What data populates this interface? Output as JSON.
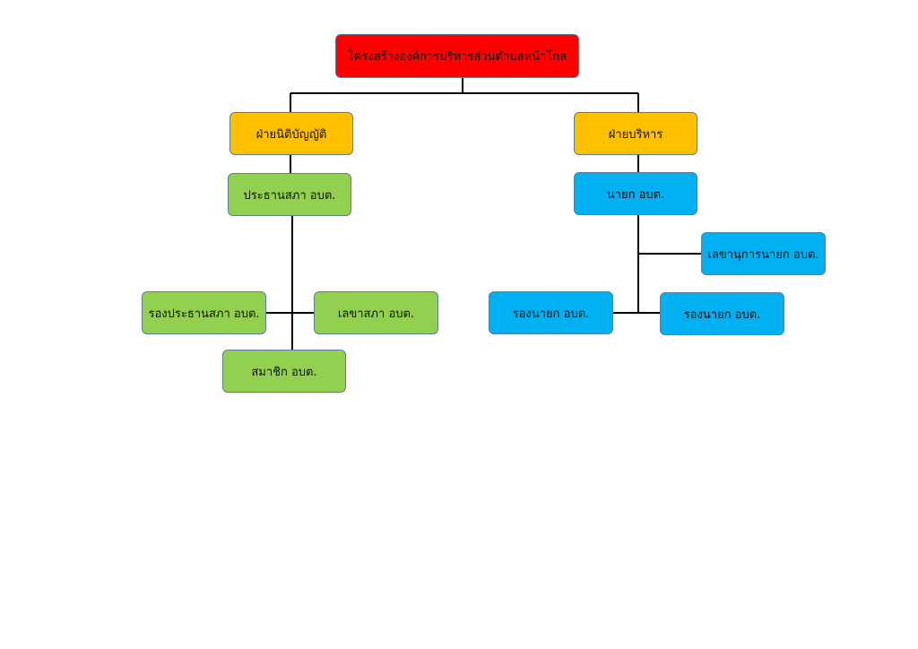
{
  "diagram": {
    "title": "โครงสร้างองค์การบริหารส่วนตำบลหน้าโกล",
    "legislative": {
      "label": "ฝ่ายนิติบัญญัติ",
      "speaker": "ประธานสภา อบต.",
      "deputy_speaker": "รองประธานสภา อบต.",
      "council_secretary": "เลขาสภา อบต.",
      "member": "สมาชิก อบต."
    },
    "executive": {
      "label": "ฝ่ายบริหาร",
      "mayor": "นายก อบต.",
      "mayor_secretary": "เลขานุการนายก อบต.",
      "deputy_mayor_1": "รองนายก อบต.",
      "deputy_mayor_2": "รองนายก อบต."
    },
    "colors": {
      "title": "#ff0000",
      "division": "#ffc000",
      "legislative": "#92d050",
      "executive": "#00b0f0",
      "border": "#5a7d9a",
      "connector": "#000000"
    }
  }
}
